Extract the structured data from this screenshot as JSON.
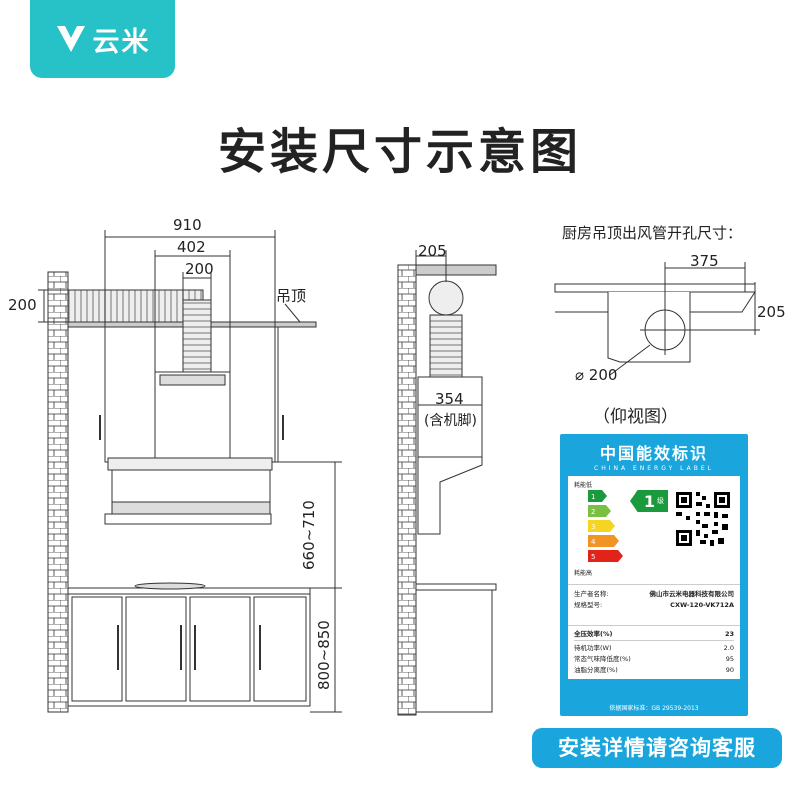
{
  "brand": {
    "name": "云米",
    "color": "#27c1c8"
  },
  "title": "安装尺寸示意图",
  "front_view": {
    "dim_total_width": "910",
    "dim_hood_width": "402",
    "dim_duct": "200",
    "dim_duct_height": "200",
    "ceiling_label": "吊顶",
    "dim_hood_height": "660~710",
    "dim_cabinet_height": "800~850"
  },
  "side_view": {
    "dim_wall_offset": "205",
    "dim_depth": "354",
    "depth_note": "(含机脚)"
  },
  "ceiling_hole": {
    "heading": "厨房吊顶出风管开孔尺寸：",
    "dim_horizontal": "375",
    "dim_vertical": "205",
    "dim_diameter": "⌀ 200",
    "caption": "（仰视图）"
  },
  "energy_label": {
    "title": "中国能效标识",
    "subtitle": "CHINA ENERGY LABEL",
    "low_consumption": "耗能低",
    "high_consumption": "耗能高",
    "grade": "1",
    "grade_unit": "级",
    "grades": [
      "1",
      "2",
      "3",
      "4",
      "5"
    ],
    "manufacturer_label": "生产者名称:",
    "manufacturer": "佛山市云米电器科技有限公司",
    "model_label": "规格型号:",
    "model": "CXW-120-VK712A",
    "stats": [
      {
        "label": "全压效率(%)",
        "value": "23"
      },
      {
        "label": "待机功率(W)",
        "value": "2.0"
      },
      {
        "label": "常态气味降低度(%)",
        "value": "95"
      },
      {
        "label": "油脂分离度(%)",
        "value": "90"
      }
    ],
    "standard": "依据国家标准：GB 29539-2013",
    "color": "#1aa6dd"
  },
  "cta": "安装详情请咨询客服"
}
